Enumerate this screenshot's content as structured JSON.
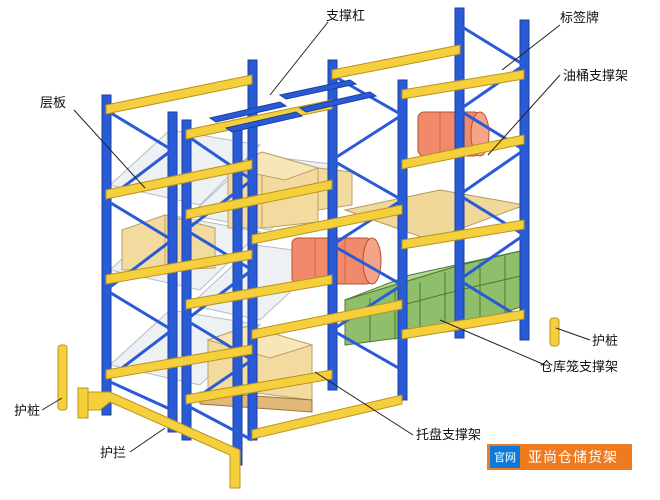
{
  "labels": {
    "crossbar": "支撑杠",
    "sign": "标签牌",
    "shelf_panel": "层板",
    "drum_support": "油桶支撑架",
    "guard_post_right": "护桩",
    "cage_support": "仓库笼支撑架",
    "guard_post_left": "护桩",
    "pallet_support": "托盘支撑架",
    "guard_rail": "护拦"
  },
  "brand": {
    "tag": "官网",
    "name": "亚尚仓储货架"
  },
  "colors": {
    "upright": "#2a5bd7",
    "beam": "#f6cf3c",
    "drum": "#f08a6a",
    "cage": "#8fbf6a",
    "box": "#f3dba0",
    "brand_bg": "#f07a1e",
    "brand_tag": "#0d7ad9"
  }
}
